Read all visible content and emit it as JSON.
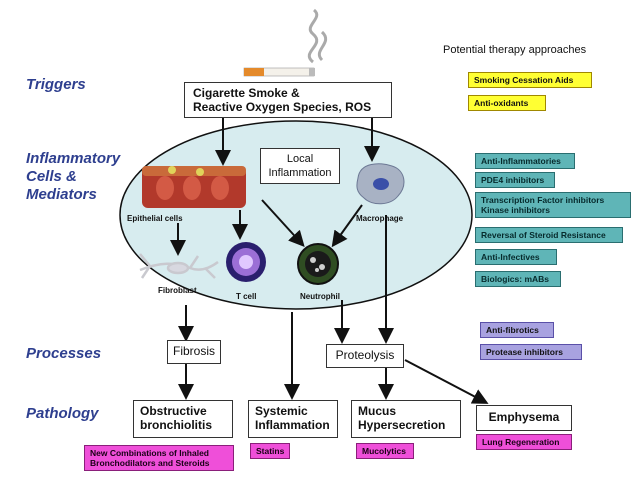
{
  "header": {
    "therapy_title": "Potential therapy approaches"
  },
  "sections": {
    "triggers": "Triggers",
    "inflammatory": [
      "Inflammatory",
      "Cells &",
      "Mediators"
    ],
    "processes": "Processes",
    "pathology": "Pathology"
  },
  "trigger_box": {
    "line1": "Cigarette Smoke &",
    "line2": "Reactive Oxygen Species, ROS"
  },
  "local_inflammation": {
    "line1": "Local",
    "line2": "Inflammation"
  },
  "cells": {
    "epithelial": "Epithelial cells",
    "macrophage": "Macrophage",
    "fibroblast": "Fibroblast",
    "tcell": "T cell",
    "neutrophil": "Neutrophil"
  },
  "processes": {
    "fibrosis": "Fibrosis",
    "proteolysis": "Proteolysis"
  },
  "pathology": {
    "obstructive": [
      "Obstructive",
      "bronchiolitis"
    ],
    "systemic": [
      "Systemic",
      "Inflammation"
    ],
    "mucus": [
      "Mucus",
      "Hypersecretion"
    ],
    "emphysema": "Emphysema"
  },
  "therapies": {
    "smoking_cessation": "Smoking Cessation Aids",
    "anti_oxidants": "Anti-oxidants",
    "anti_inflammatories": "Anti-Inflammatories",
    "pde4": "PDE4 inhibitors",
    "tf_inhibitors": [
      "Transcription Factor inhibitors",
      "Kinase inhibitors"
    ],
    "steroid_resistance": "Reversal of Steroid Resistance",
    "anti_infectives": "Anti-Infectives",
    "biologics": "Biologics: mABs",
    "anti_fibrotics": "Anti-fibrotics",
    "protease_inhibitors": "Protease inhibitors",
    "lung_regeneration": "Lung Regeneration",
    "combinations": [
      "New Combinations of Inhaled",
      "Bronchodilators and Steroids"
    ],
    "statins": "Statins",
    "mucolytics": "Mucolytics"
  },
  "colors": {
    "section_text": "#2e3f8f",
    "ellipse_fill": "#d7ecef",
    "yellow": "#ffff33",
    "teal": "#5fb5b7",
    "purple": "#a8a2e0",
    "pink": "#ef4fd9"
  }
}
